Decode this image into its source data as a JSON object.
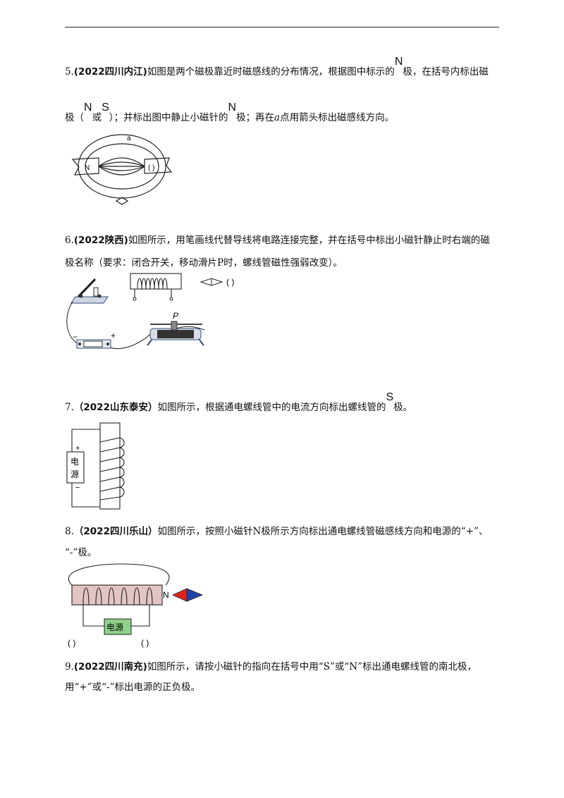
{
  "q5": {
    "num": "5.",
    "source": "(2022四川内江)",
    "text1": "如图是两个磁极靠近时磁感线的分布情况，根据图中标示的",
    "pole_N": "N",
    "text2": "极，在括号内标出磁",
    "text3": "极（",
    "opt_N": "N",
    "or": "或",
    "opt_S": "S",
    "text4": "）；并标出图中静止小磁针的",
    "text5": "极；再在",
    "point_a": "a",
    "text6": "点用箭头标出磁感线方向。",
    "fig": {
      "label_a": "a",
      "label_N": "N",
      "bracket": "(    )"
    }
  },
  "q6": {
    "num": "6.",
    "source": "(2022陕西)",
    "text1": "如图所示，用笔画线代替导线将电路连接完整，并在括号中标出小磁针静止时右端的磁",
    "text2": "极名称（要求：闭合开关，移动滑片P时，螺线管磁性强弱改变）。",
    "fig": {
      "bracket": "(    )",
      "label_P": "P",
      "minus": "−",
      "plus": "+"
    }
  },
  "q7": {
    "num": "7.",
    "source": "（2022山东泰安）",
    "text1": "如图所示，根据通电螺线管中的电流方向标出螺线管的",
    "pole_S": "S",
    "text2": "极。",
    "fig": {
      "plus": "+",
      "src1": "电",
      "src2": "源",
      "minus": "−"
    }
  },
  "q8": {
    "num": "8.",
    "source": "（2022四川乐山）",
    "text1": "如图所示，按照小磁针N极所示方向标出通电螺线管磁感线方向和电源的“+”、",
    "text2": "“-”极。",
    "fig": {
      "label_N": "N",
      "source": "电源",
      "bracket_left": "(     )",
      "bracket_right": "(     )",
      "colors": {
        "coil_fill": "#e3c4c4",
        "needle_red": "#e0231e",
        "needle_blue": "#1f43a8",
        "source_fill": "#8fd18a"
      }
    }
  },
  "q9": {
    "num": "9.",
    "source": "(2022四川南充)",
    "text1": "如图所示，请按小磁针的指向在括号中用“S”或“N”标出通电螺线管的南北极，",
    "text2": "用“+”或“-”标出电源的正负极。"
  }
}
